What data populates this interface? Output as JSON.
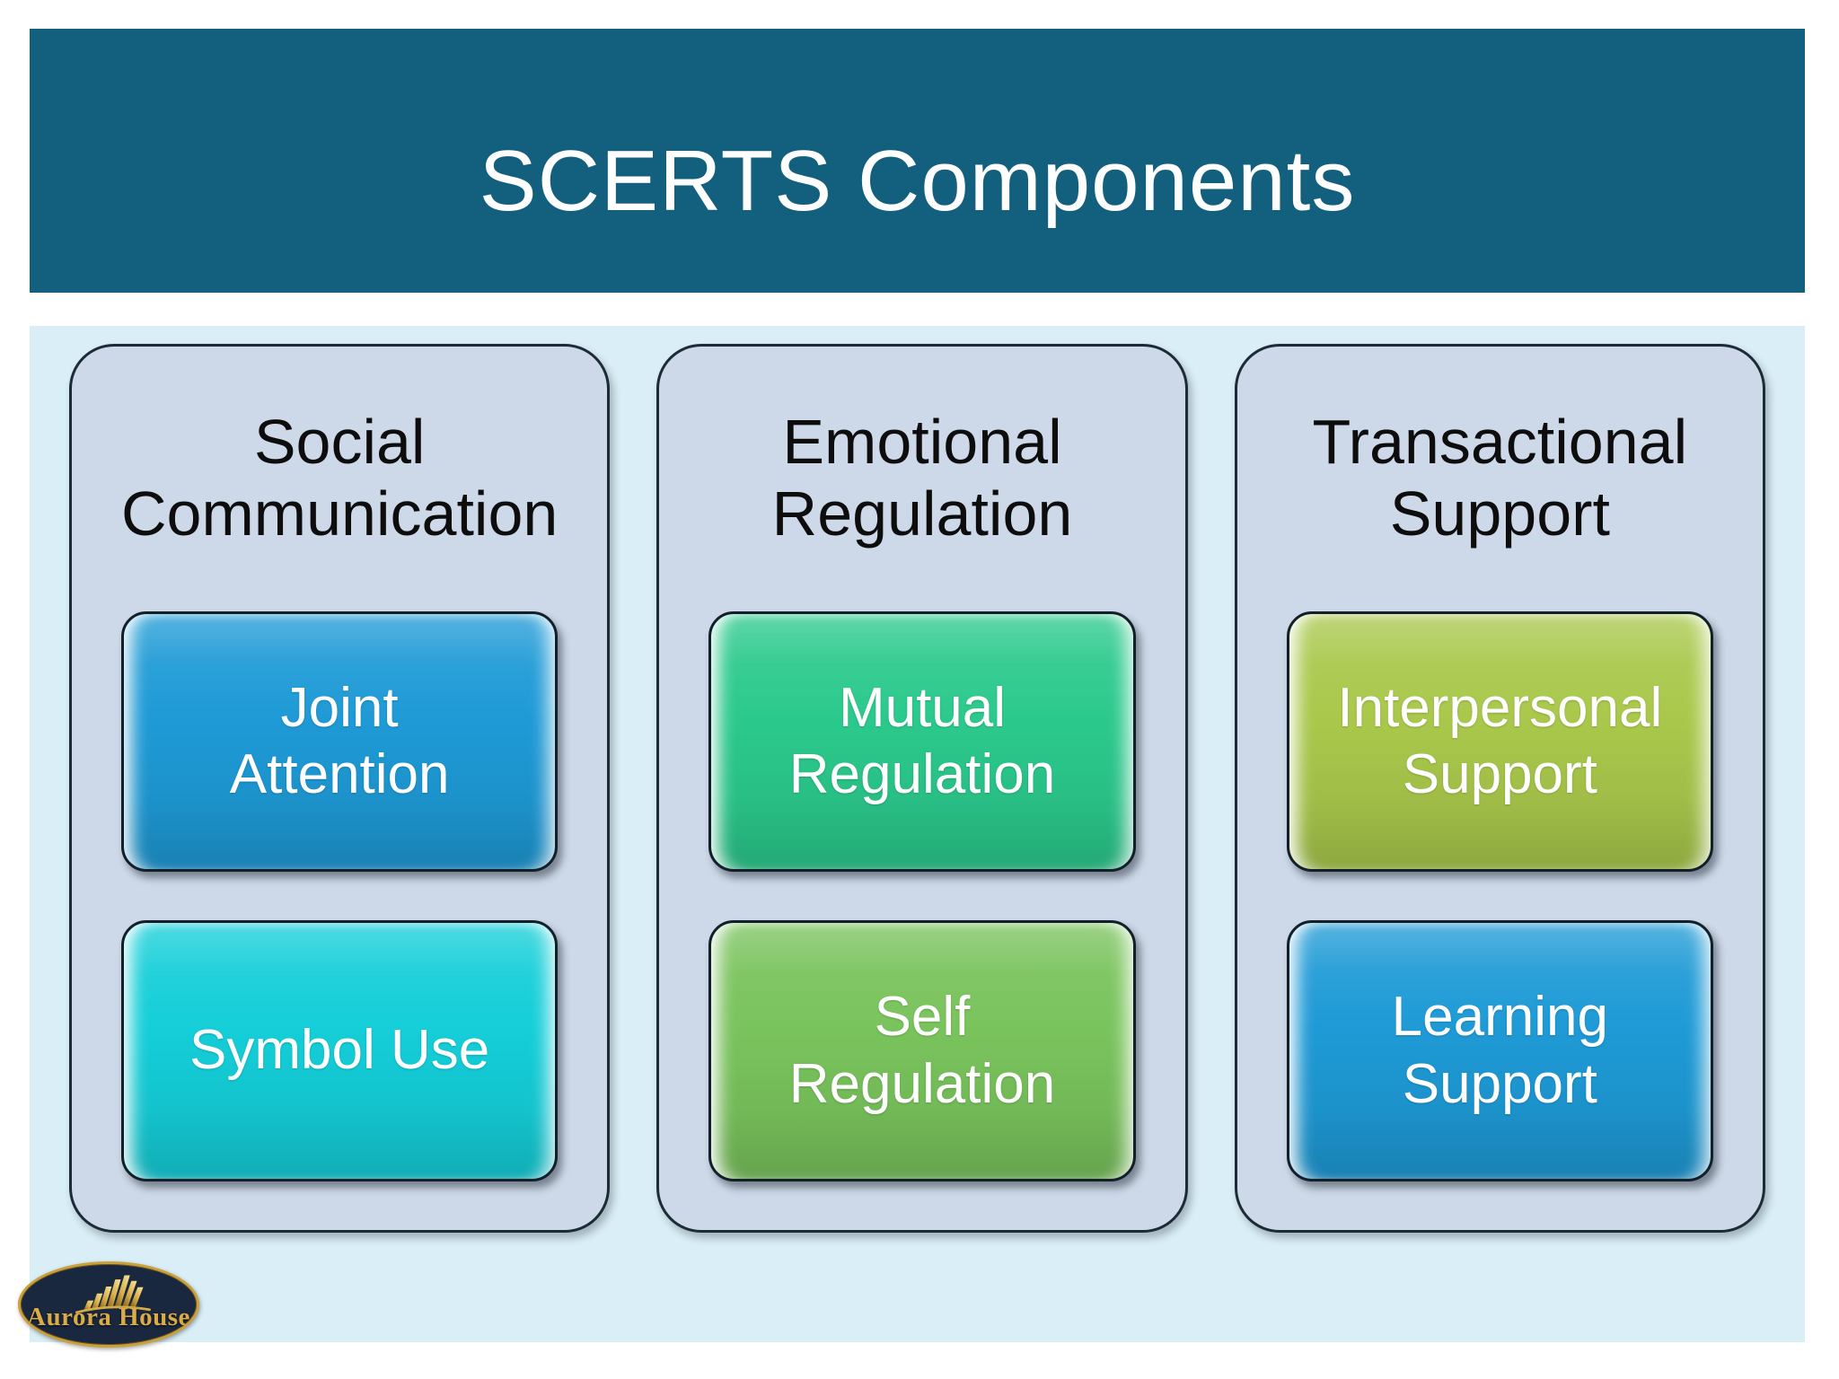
{
  "title": "SCERTS Components",
  "colors": {
    "header_bg": "#12607E",
    "title_text": "#FFFFFF",
    "content_bg": "#D9EEF6",
    "panel_bg": "#CDD9E8",
    "heading_text": "#0D0D0D",
    "box_text": "#FFFFFF",
    "panel_border": "#1C2B36",
    "box_border": "#13202A"
  },
  "columns": [
    {
      "heading": "Social\nCommunication",
      "items": [
        {
          "label": "Joint\nAttention",
          "color": "#1E9AD6"
        },
        {
          "label": "Symbol Use",
          "color": "#14CED8"
        }
      ]
    },
    {
      "heading": "Emotional\nRegulation",
      "items": [
        {
          "label": "Mutual\nRegulation",
          "color": "#2BC98C"
        },
        {
          "label": "Self\nRegulation",
          "color": "#79C35C"
        }
      ]
    },
    {
      "heading": "Transactional\nSupport",
      "items": [
        {
          "label": "Interpersonal\nSupport",
          "color": "#A9C84B"
        },
        {
          "label": "Learning\nSupport",
          "color": "#1E9AD6"
        }
      ]
    }
  ],
  "logo": {
    "text": "Aurora House",
    "bg": "#19273F",
    "border": "#C9A03A",
    "text_color": "#D9AC48",
    "icon": "gold-fan-icon"
  }
}
